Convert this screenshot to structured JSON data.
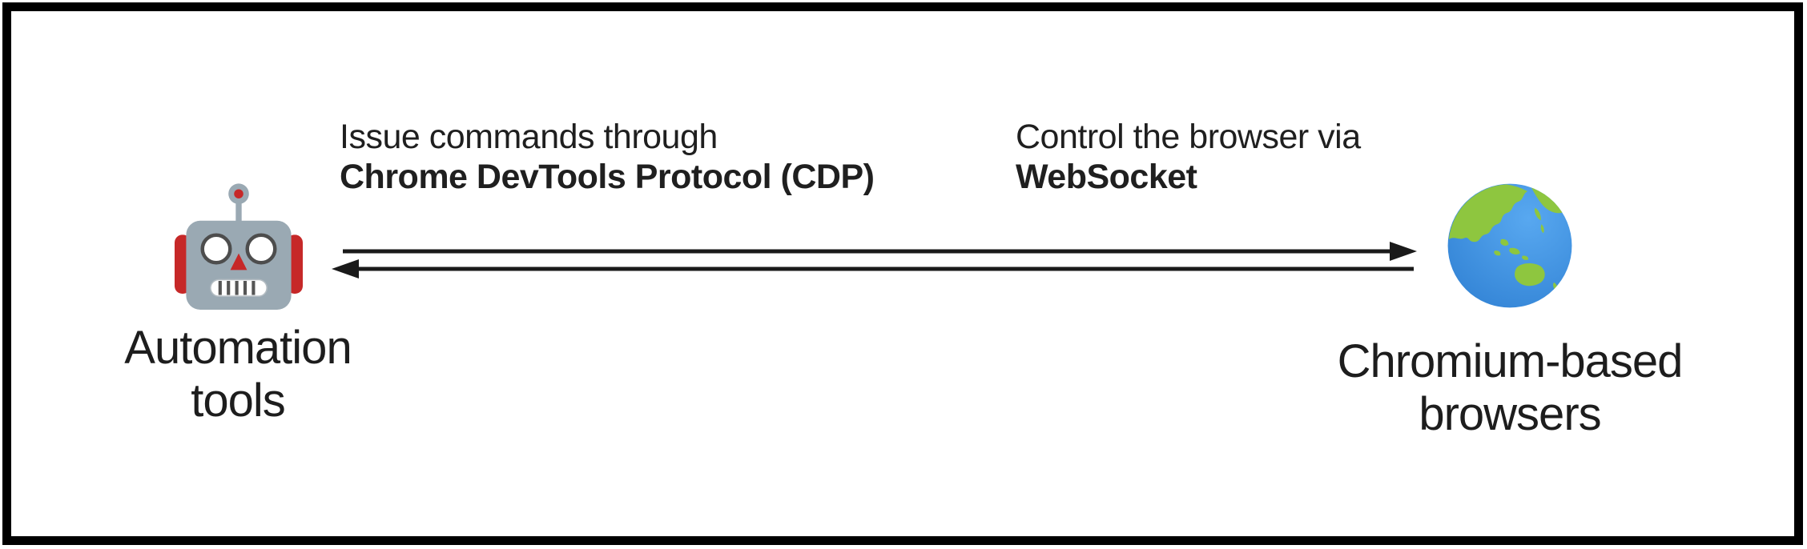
{
  "nodes": {
    "left": {
      "icon": "robot-icon",
      "line1": "Automation",
      "line2": "tools"
    },
    "right": {
      "icon": "globe-icon",
      "line1": "Chromium-based",
      "line2": "browsers"
    }
  },
  "annotations": {
    "left": {
      "line1": "Issue commands through",
      "line2": "Chrome DevTools Protocol (CDP)"
    },
    "right": {
      "line1": "Control the browser via",
      "line2": "WebSocket"
    }
  },
  "arrows": {
    "top": {
      "direction": "left-to-right"
    },
    "bottom": {
      "direction": "right-to-left"
    }
  },
  "colors": {
    "frame_border": "#000000",
    "background": "#ffffff",
    "text": "#1f1f1f",
    "arrow": "#1a1a1a",
    "robot_head": "#9aa9b3",
    "robot_accent": "#c62828",
    "globe_ocean": "#3c95e8",
    "globe_land": "#8ec63f"
  }
}
